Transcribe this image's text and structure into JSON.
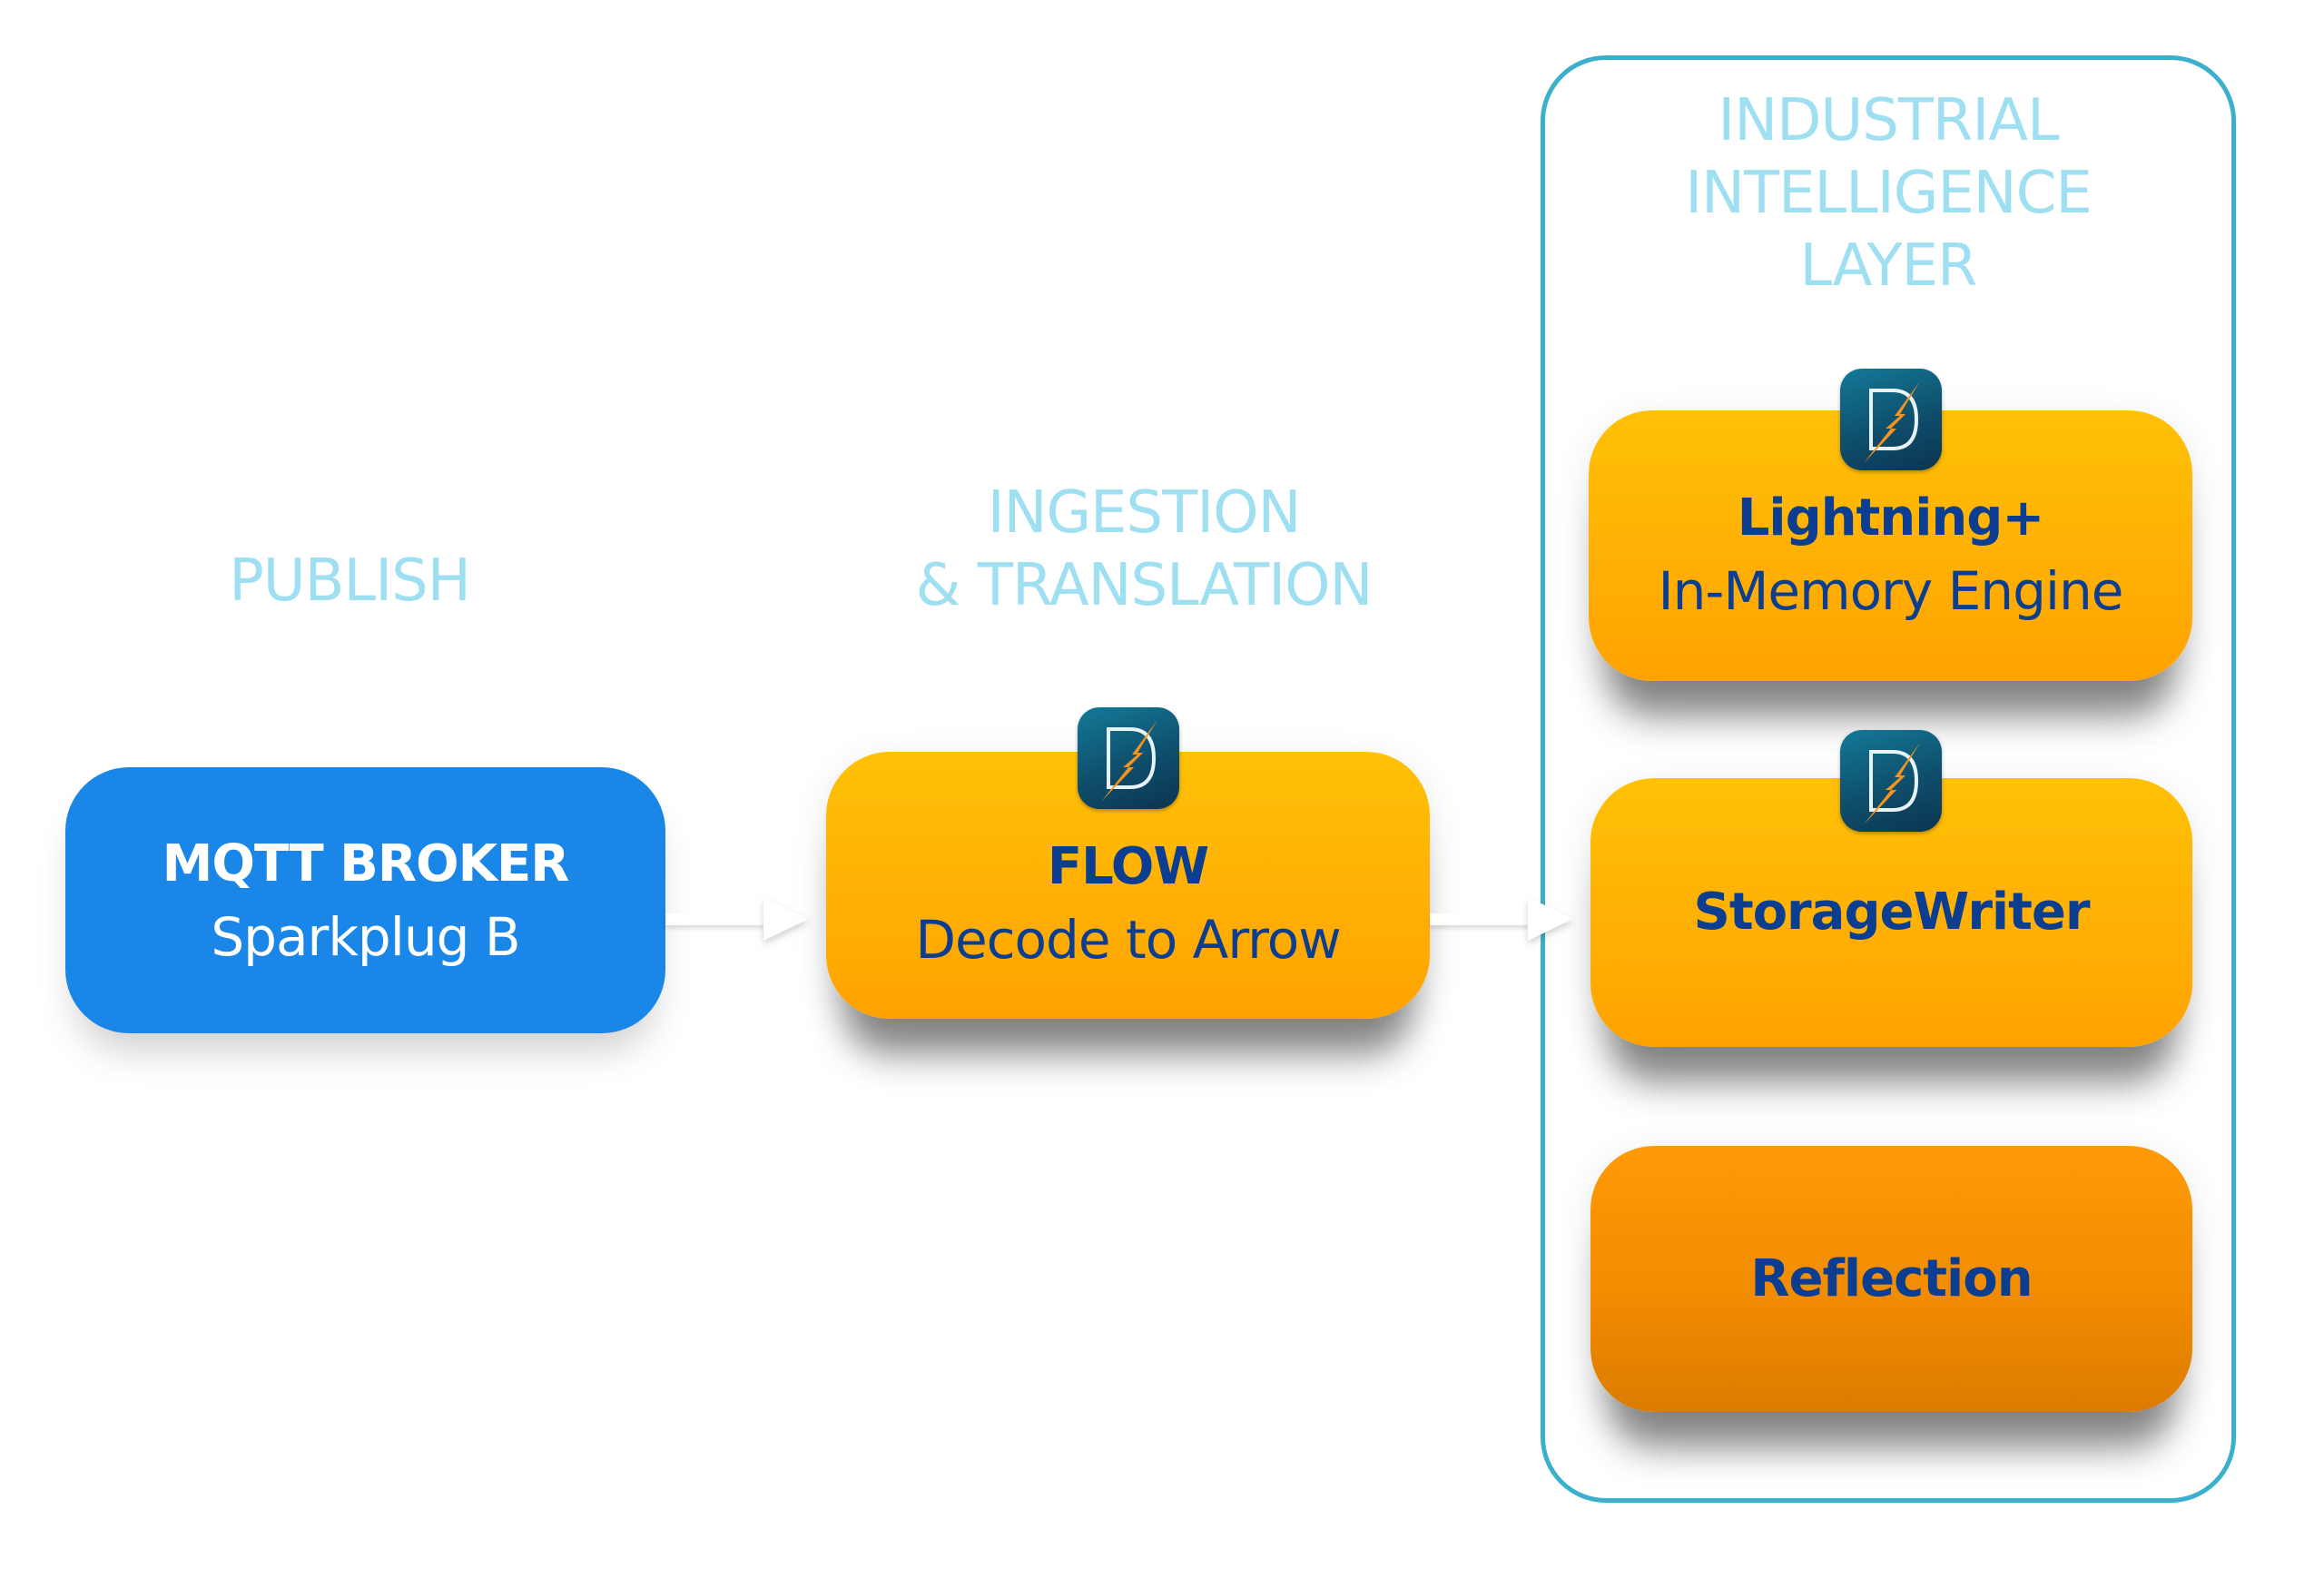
{
  "stages": {
    "publish": "PUBLISH",
    "ingestion": "INGESTION\n& TRANSLATION",
    "intelligence_layer": "INDUSTRIAL\nINTELLIGENCE\nLAYER"
  },
  "nodes": {
    "mqtt": {
      "title": "MQTT BROKER",
      "subtitle": "Sparkplug B"
    },
    "flow": {
      "title": "FLOW",
      "subtitle": "Decode to Arrow",
      "icon": "d-lightning-logo-icon"
    },
    "lightning": {
      "title": "Lightning+",
      "subtitle": "In-Memory Engine",
      "icon": "d-lightning-logo-icon"
    },
    "storage": {
      "title": "StorageWriter",
      "icon": "d-lightning-logo-icon"
    },
    "reflection": {
      "title": "Reflection"
    }
  },
  "colors": {
    "stage_label": "#9fdff2",
    "panel_border": "#3ab0cc",
    "broker_blue": "#1a87e8",
    "node_yellow": "#ffb005",
    "node_orange": "#f08a00",
    "node_text": "#0b3d91",
    "logo_bg": "#0e4f6c",
    "logo_bolt": "#f7931e"
  },
  "arrows": [
    {
      "from": "MQTT BROKER",
      "to": "FLOW"
    },
    {
      "from": "FLOW",
      "to": "INDUSTRIAL INTELLIGENCE LAYER"
    }
  ]
}
